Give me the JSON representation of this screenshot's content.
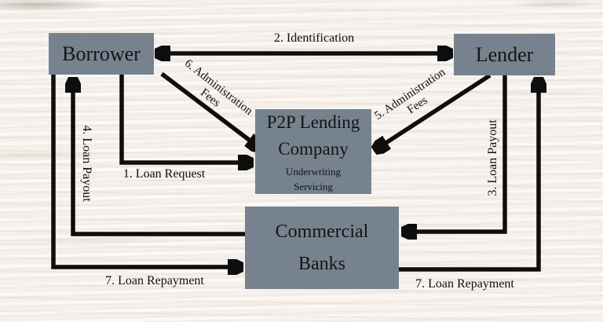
{
  "colors": {
    "background": "#f6f2ee",
    "node_fill": "#76838E",
    "ink": "#0e0e0e"
  },
  "nodes": {
    "borrower": {
      "label": "Borrower"
    },
    "lender": {
      "label": "Lender"
    },
    "p2p": {
      "line1": "P2P Lending",
      "line2": "Company",
      "sub1": "Underwriting",
      "sub2": "Servicing"
    },
    "banks": {
      "line1": "Commercial",
      "line2": "Banks"
    }
  },
  "edges": {
    "identification": {
      "label": "2. Identification"
    },
    "loan_request": {
      "label": "1. Loan Request"
    },
    "admin_fees_borrower": {
      "line1": "6. Administration",
      "line2": "Fees"
    },
    "admin_fees_lender": {
      "line1": "5. Administration",
      "line2": "Fees"
    },
    "loan_payout_borrower": {
      "label": "4. Loan Payout"
    },
    "loan_payout_lender": {
      "label": "3. Loan Payout"
    },
    "loan_repayment_left": {
      "label": "7. Loan Repayment"
    },
    "loan_repayment_right": {
      "label": "7. Loan Repayment"
    }
  }
}
